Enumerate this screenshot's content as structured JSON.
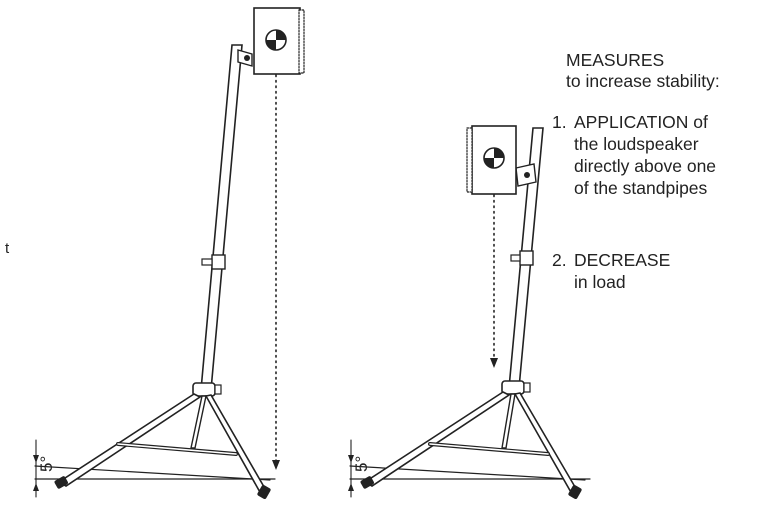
{
  "left_edge_fragment": "t",
  "tilt_label_left": "5°",
  "tilt_label_right": "5°",
  "heading": "MEASURES",
  "subheading": "to increase stability:",
  "measures": [
    {
      "number": "1.",
      "lines": [
        "APPLICATION of",
        "the loudspeaker",
        "directly above one",
        "of the standpipes"
      ]
    },
    {
      "number": "2.",
      "lines": [
        "DECREASE",
        "in load"
      ]
    }
  ],
  "colors": {
    "ink": "#222222",
    "background": "#ffffff"
  }
}
